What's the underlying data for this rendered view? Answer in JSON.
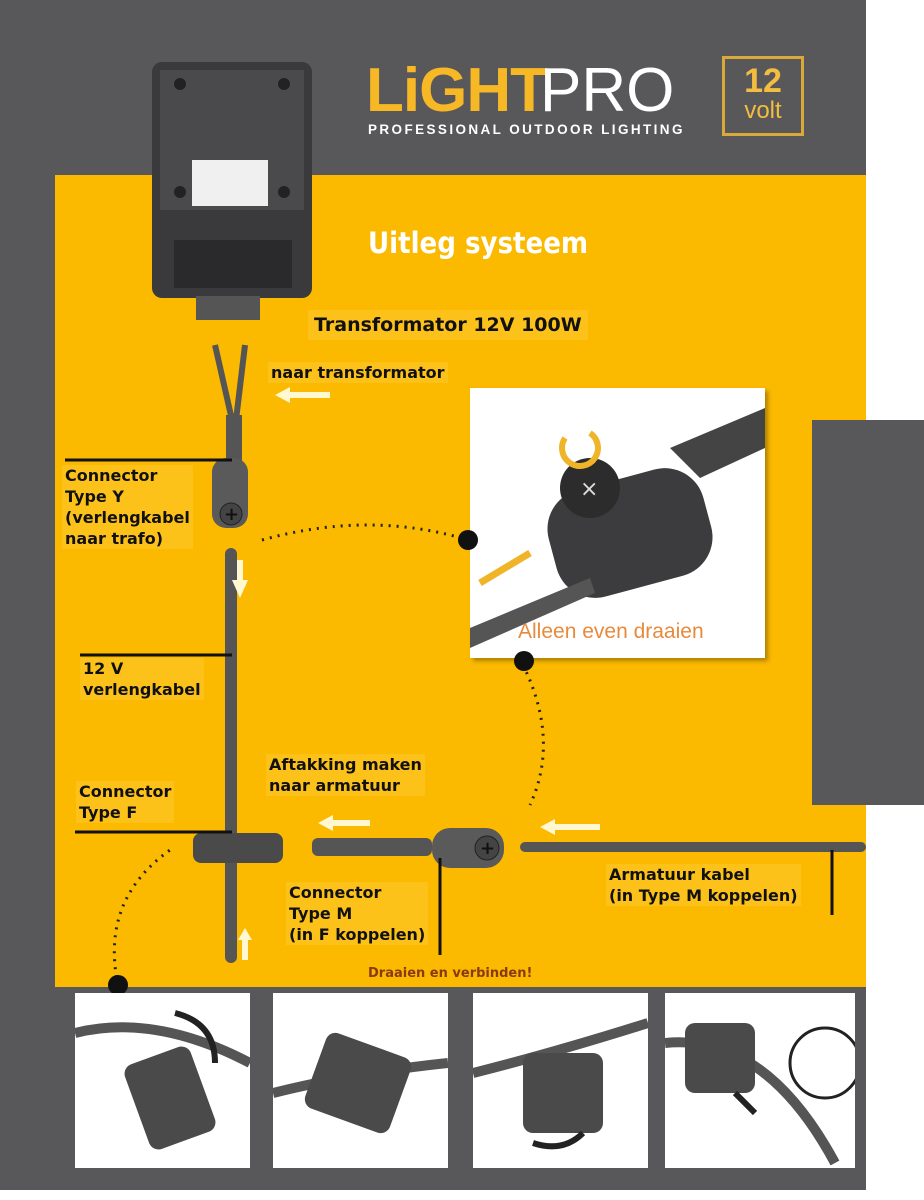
{
  "logo": {
    "light": "LiGHT",
    "pro": "PRO",
    "tagline": "PROFESSIONAL OUTDOOR LIGHTING",
    "volt_number": "12",
    "volt_unit": "volt"
  },
  "title": "Uitleg systeem",
  "labels": {
    "transformer": "Transformator 12V 100W",
    "to_transformer": "naar transformator",
    "connector_y": [
      "Connector",
      "Type Y",
      "(verlengkabel",
      "naar trafo)"
    ],
    "extension": [
      "12 V",
      "verlengkabel"
    ],
    "branch": [
      "Aftakking maken",
      "naar armatuur"
    ],
    "connector_f": [
      "Connector",
      "Type F"
    ],
    "connector_m": [
      "Connector",
      "Type M",
      "(in F koppelen)"
    ],
    "fixture_cable": [
      "Armatuur kabel",
      "(in Type M koppelen)"
    ],
    "turn_connect": "Draaien en verbinden!",
    "inset_caption": "Alleen even draaien"
  },
  "colors": {
    "gray": "#58585a",
    "yellow": "#fbb900",
    "accent": "#f6b825",
    "caption": "#e88a3c"
  }
}
